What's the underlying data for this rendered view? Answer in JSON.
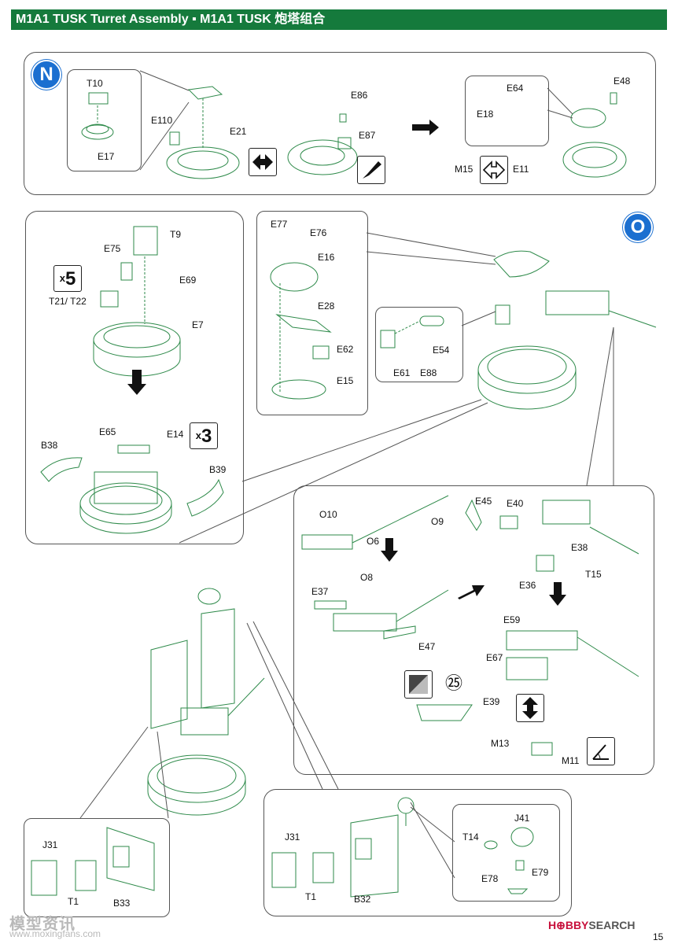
{
  "header": {
    "title": "M1A1 TUSK Turret Assembly ▪ M1A1 TUSK 炮塔组合"
  },
  "steps": {
    "n": "N",
    "o": "O"
  },
  "multipliers": {
    "x5": "5",
    "x3": "3",
    "prefix": "x"
  },
  "circled_25": "㉕",
  "labels": {
    "T10": "T10",
    "E17": "E17",
    "E110": "E110",
    "E21": "E21",
    "E86": "E86",
    "E87": "E87",
    "E64": "E64",
    "E18": "E18",
    "E48": "E48",
    "M15": "M15",
    "E11": "E11",
    "T9": "T9",
    "E75": "E75",
    "E69": "E69",
    "T21T22": "T21/ T22",
    "E7": "E7",
    "E65": "E65",
    "E14": "E14",
    "B38": "B38",
    "B39": "B39",
    "E77": "E77",
    "E76": "E76",
    "E16": "E16",
    "E28": "E28",
    "E62": "E62",
    "E15": "E15",
    "E54": "E54",
    "E61": "E61",
    "E88": "E88",
    "O10": "O10",
    "O9": "O9",
    "O6": "O6",
    "O8": "O8",
    "E37": "E37",
    "E47": "E47",
    "E45": "E45",
    "E40": "E40",
    "E38": "E38",
    "E36": "E36",
    "T15": "T15",
    "E59": "E59",
    "E67": "E67",
    "E39": "E39",
    "M13": "M13",
    "M11": "M11",
    "J31a": "J31",
    "T1a": "T1",
    "B33": "B33",
    "J31b": "J31",
    "T1b": "T1",
    "B32": "B32",
    "J41": "J41",
    "T14": "T14",
    "E79": "E79",
    "E78": "E78"
  },
  "watermark": {
    "cn": "模型资讯",
    "url": "www.moxingfans.com"
  },
  "brand": {
    "hobby": "H⊕BBY",
    "search": "SEARCH"
  },
  "page_number": "15",
  "colors": {
    "header": "#157a3c",
    "step_circle": "#1b6fd0",
    "part_line": "#2e8a4a",
    "brand": "#c7103b"
  }
}
